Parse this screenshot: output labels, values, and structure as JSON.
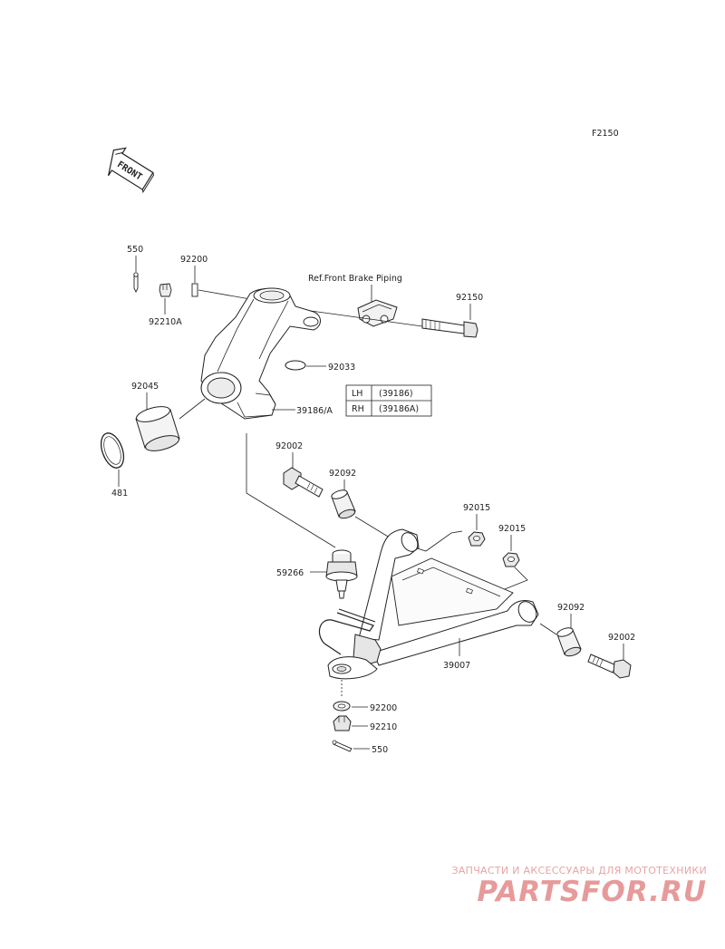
{
  "page_code": "F2150",
  "front_arrow_text": "FRONT",
  "reference_note": "Ref.Front Brake Piping",
  "parts": {
    "p550_top": "550",
    "p92200_top": "92200",
    "p92210A": "92210A",
    "p92150": "92150",
    "p92033": "92033",
    "p92045": "92045",
    "p39186A": "39186/A",
    "p481": "481",
    "p92002_left": "92002",
    "p92092_left": "92092",
    "p92015_a": "92015",
    "p92015_b": "92015",
    "p59266": "59266",
    "p92092_right": "92092",
    "p92002_right": "92002",
    "p39007": "39007",
    "p92200_bottom": "92200",
    "p92210_bottom": "92210",
    "p550_bottom": "550"
  },
  "side_table": {
    "rows": [
      {
        "side": "LH",
        "part": "(39186)"
      },
      {
        "side": "RH",
        "part": "(39186A)"
      }
    ]
  },
  "watermark": {
    "line1": "ЗАПЧАСТИ И АКСЕССУАРЫ ДЛЯ МОТОТЕХНИКИ",
    "line2": "PARTSFOR.RU"
  }
}
